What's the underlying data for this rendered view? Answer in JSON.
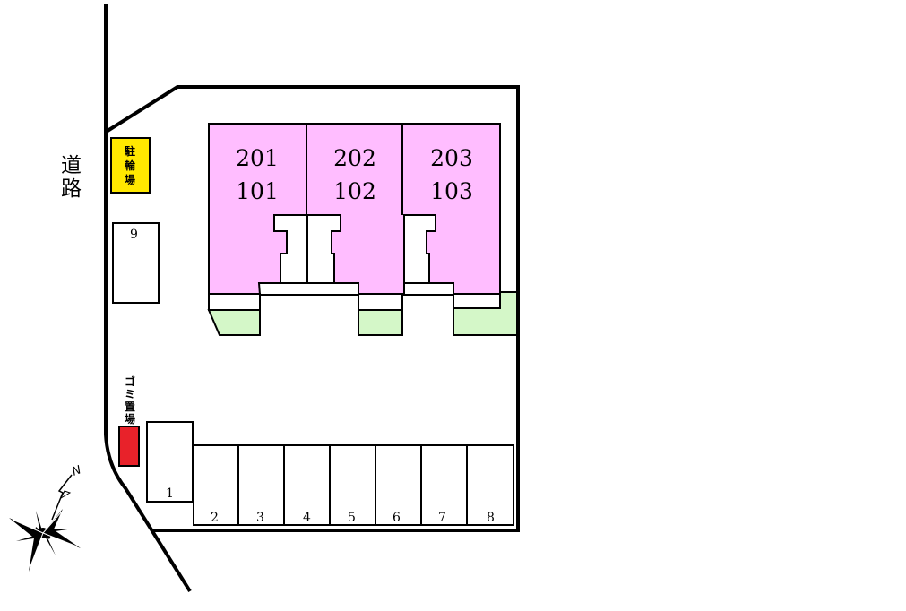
{
  "road": {
    "label": "道路",
    "chars": [
      "道",
      "路"
    ]
  },
  "bicycle_parking": {
    "label": "駐輪場",
    "chars": [
      "駐",
      "輪",
      "場"
    ],
    "color": "#ffe800"
  },
  "garbage_area": {
    "label": "ゴミ置場",
    "chars": [
      "ゴ",
      "ミ",
      "置",
      "場"
    ],
    "color": "#e8222a"
  },
  "building": {
    "color": "#ffbdff",
    "units": [
      {
        "upper": "201",
        "lower": "101"
      },
      {
        "upper": "202",
        "lower": "102"
      },
      {
        "upper": "203",
        "lower": "103"
      }
    ]
  },
  "garden_color": "#d4f7c8",
  "parking": {
    "spaces": [
      "1",
      "2",
      "3",
      "4",
      "5",
      "6",
      "7",
      "8",
      "9"
    ]
  },
  "compass": {
    "north_label": "N"
  }
}
